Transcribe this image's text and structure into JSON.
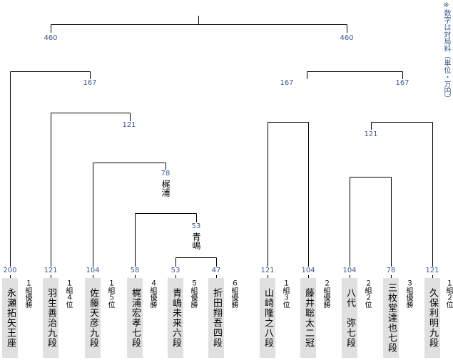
{
  "note": "※数字は対局料（単位・万円）",
  "players": [
    {
      "name": "永瀬拓矢王座",
      "fee": "200",
      "note": "１組優勝"
    },
    {
      "name": "羽生善治九段",
      "fee": "121",
      "note": "１組４位"
    },
    {
      "name": "佐藤天彦九段",
      "fee": "104",
      "note": "１組５位"
    },
    {
      "name": "梶浦宏孝七段",
      "fee": "58",
      "note": "４組優勝"
    },
    {
      "name": "青嶋未来六段",
      "fee": "53",
      "note": "５組優勝"
    },
    {
      "name": "折田翔吾四段",
      "fee": "47",
      "note": "６組優勝"
    },
    {
      "name": "山崎隆之八段",
      "fee": "121",
      "note": "１組３位"
    },
    {
      "name": "藤井聡太二冠",
      "fee": "104",
      "note": "２組優勝"
    },
    {
      "name": "八代　弥七段",
      "fee": "104",
      "note": "２組２位"
    },
    {
      "name": "三枚堂達也七段",
      "fee": "78",
      "note": "３組優勝"
    },
    {
      "name": "久保利明九段",
      "fee": "121",
      "note": "１組２位"
    }
  ],
  "matches": {
    "r1_left": {
      "fee": "53",
      "winner": "青嶋"
    },
    "r2_left": {
      "fee": "78",
      "winner": "梶浦"
    },
    "r3_left": {
      "fee": "121"
    },
    "r4_left": {
      "fee": "167"
    },
    "final_left": {
      "fee": "460"
    },
    "r3_right": {
      "fee": "121"
    },
    "r4_right_a": {
      "fee": "167"
    },
    "r4_right_b": {
      "fee": "167"
    },
    "final_right": {
      "fee": "460"
    }
  }
}
